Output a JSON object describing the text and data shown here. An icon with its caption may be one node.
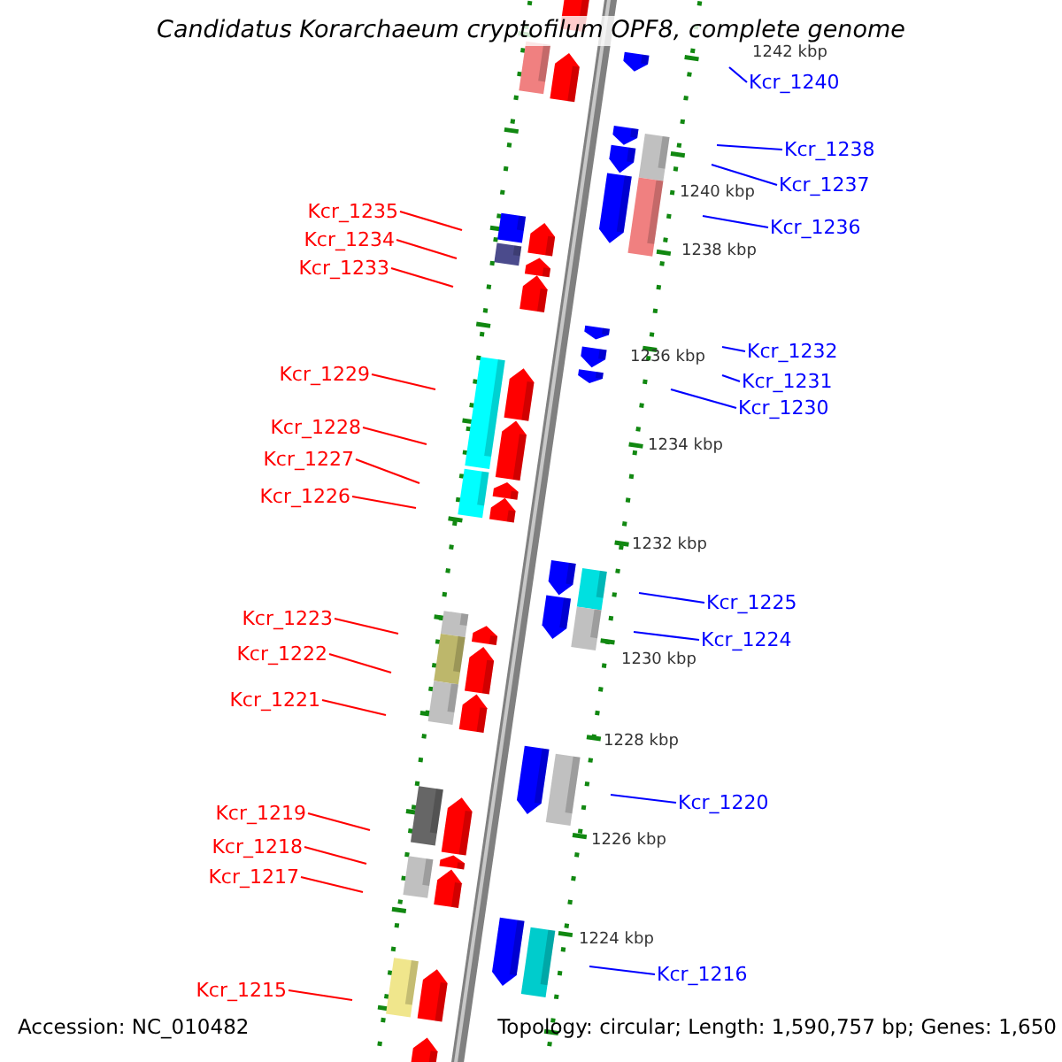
{
  "diagram": {
    "title": "Candidatus Korarchaeum cryptofilum OPF8, complete genome",
    "nodes": [
      {
        "text": [
          "Kcr_1240"
        ]
      },
      {
        "text": [
          "Kcr_1238"
        ]
      },
      {
        "text": [
          "Kcr_1237"
        ]
      },
      {
        "text": [
          "Kcr_1235"
        ]
      },
      {
        "text": [
          "Kcr_1236"
        ]
      },
      {
        "text": [
          "Kcr_1234"
        ]
      },
      {
        "text": [
          "Kcr_1233"
        ]
      },
      {
        "text": [
          "Kcr_1232"
        ]
      },
      {
        "text": [
          "Kcr_1229"
        ]
      },
      {
        "text": [
          "Kcr_1231"
        ]
      },
      {
        "text": [
          "Kcr_1230"
        ]
      },
      {
        "text": [
          "Kcr_1228"
        ]
      },
      {
        "text": [
          "Kcr_1227"
        ]
      },
      {
        "text": [
          "Kcr_1226"
        ]
      },
      {
        "text": [
          "Kcr_1225"
        ]
      },
      {
        "text": [
          "Kcr_1223"
        ]
      },
      {
        "text": [
          "Kcr_1224"
        ]
      },
      {
        "text": [
          "Kcr_1222"
        ]
      },
      {
        "text": [
          "Kcr_1221"
        ]
      },
      {
        "text": [
          "Kcr_1220"
        ]
      },
      {
        "text": [
          "Kcr_1219"
        ]
      },
      {
        "text": [
          "Kcr_1218"
        ]
      },
      {
        "text": [
          "Kcr_1217"
        ]
      },
      {
        "text": [
          "Kcr_1216"
        ]
      },
      {
        "text": [
          "Kcr_1215"
        ]
      }
    ],
    "edges": [
      {
        "from": 0,
        "to": null,
        "arrow": "none",
        "color": "#0000ff"
      },
      {
        "from": 1,
        "to": null,
        "arrow": "none",
        "color": "#0000ff"
      },
      {
        "from": 2,
        "to": null,
        "arrow": "none",
        "color": "#0000ff"
      },
      {
        "from": 3,
        "to": null,
        "arrow": "none"
      },
      {
        "from": 4,
        "to": null,
        "arrow": "none",
        "color": "#0000ff"
      },
      {
        "from": 5,
        "to": null,
        "arrow": "none"
      },
      {
        "from": 6,
        "to": null,
        "arrow": "none"
      },
      {
        "from": 7,
        "to": null,
        "arrow": "none",
        "color": "#0000ff"
      },
      {
        "from": 8,
        "to": null,
        "arrow": "none"
      },
      {
        "from": 9,
        "to": null,
        "arrow": "none",
        "color": "#0000ff"
      },
      {
        "from": 10,
        "to": null,
        "arrow": "none",
        "color": "#0000ff"
      },
      {
        "from": 11,
        "to": null,
        "arrow": "none"
      },
      {
        "from": 12,
        "to": null,
        "arrow": "none"
      },
      {
        "from": 13,
        "to": null,
        "arrow": "none"
      },
      {
        "from": 14,
        "to": null,
        "arrow": "none",
        "color": "#0000ff"
      },
      {
        "from": 15,
        "to": null,
        "arrow": "none"
      },
      {
        "from": 16,
        "to": null,
        "arrow": "none",
        "color": "#0000ff"
      },
      {
        "from": 17,
        "to": null,
        "arrow": "none"
      },
      {
        "from": 18,
        "to": null,
        "arrow": "none"
      },
      {
        "from": 19,
        "to": null,
        "arrow": "none",
        "color": "#0000ff"
      },
      {
        "from": 20,
        "to": null,
        "arrow": "none"
      },
      {
        "from": 21,
        "to": null,
        "arrow": "none"
      },
      {
        "from": 22,
        "to": null,
        "arrow": "none"
      },
      {
        "from": 23,
        "to": null,
        "arrow": "none",
        "color": "#0000ff"
      },
      {
        "from": 24,
        "to": null,
        "arrow": "none"
      }
    ],
    "labels": [
      "1242 kbp",
      "1240 kbp",
      "1238 kbp",
      "1236 kbp",
      "1234 kbp",
      "1232 kbp",
      "1230 kbp",
      "1228 kbp",
      "1226 kbp",
      "1224 kbp",
      "Accession: NC_010482",
      "Topology: circular; Length: 1,590,757 bp; Genes: 1,650"
    ]
  }
}
